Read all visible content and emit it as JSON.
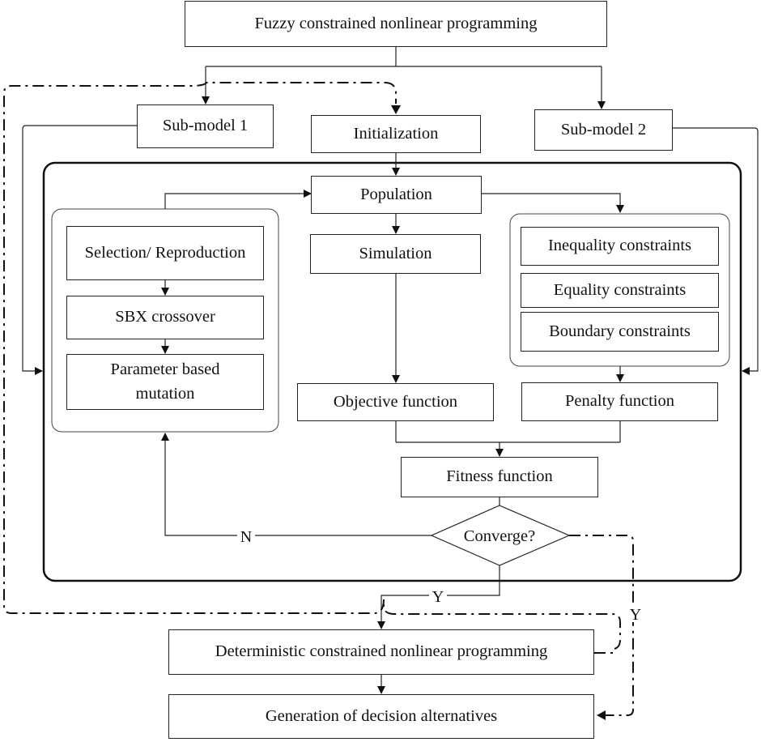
{
  "nodes": {
    "fuzzy": "Fuzzy constrained nonlinear programming",
    "sub_model_1": "Sub-model 1",
    "initialization": "Initialization",
    "sub_model_2": "Sub-model 2",
    "population": "Population",
    "simulation": "Simulation",
    "selection": "Selection/ Reproduction",
    "sbx": "SBX crossover",
    "mutation": "Parameter based mutation",
    "inequality": "Inequality constraints",
    "equality": "Equality constraints",
    "boundary": "Boundary constraints",
    "objective": "Objective function",
    "penalty": "Penalty function",
    "fitness": "Fitness function",
    "converge": "Converge?",
    "deterministic": "Deterministic constrained nonlinear programming",
    "generation": "Generation of decision alternatives"
  },
  "edge_labels": {
    "no": "N",
    "yes_inner": "Y",
    "yes_outer": "Y"
  }
}
